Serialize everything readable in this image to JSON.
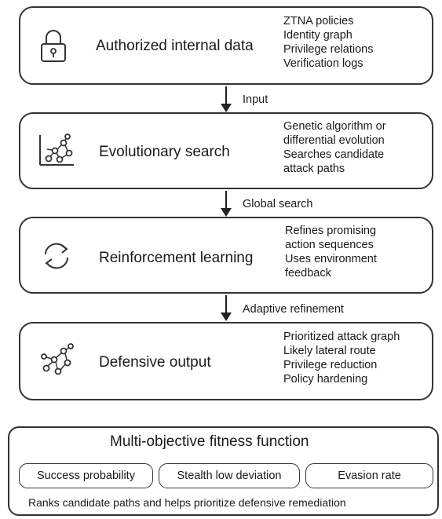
{
  "stages": [
    {
      "title": "Authorized internal data",
      "icon": "lock-icon",
      "details": [
        "ZTNA policies",
        "Identity graph",
        "Privilege relations",
        "Verification logs"
      ]
    },
    {
      "title": "Evolutionary search",
      "icon": "scatter-graph-icon",
      "details": [
        "Genetic algorithm or",
        "differential evolution",
        "Searches candidate",
        "attack paths"
      ]
    },
    {
      "title": "Reinforcement learning",
      "icon": "refresh-cycle-icon",
      "details": [
        "Refines promising",
        "action sequences",
        "Uses environment",
        "feedback"
      ]
    },
    {
      "title": "Defensive output",
      "icon": "network-graph-icon",
      "details": [
        "Prioritized attack graph",
        "Likely lateral route",
        "Privilege reduction",
        "Policy hardening"
      ]
    }
  ],
  "connectors": [
    "Input",
    "Global search",
    "Adaptive refinement"
  ],
  "fitness": {
    "title": "Multi-objective fitness function",
    "objectives": [
      "Success probability",
      "Stealth low deviation",
      "Evasion rate"
    ],
    "note": "Ranks candidate paths and helps prioritize defensive remediation"
  }
}
